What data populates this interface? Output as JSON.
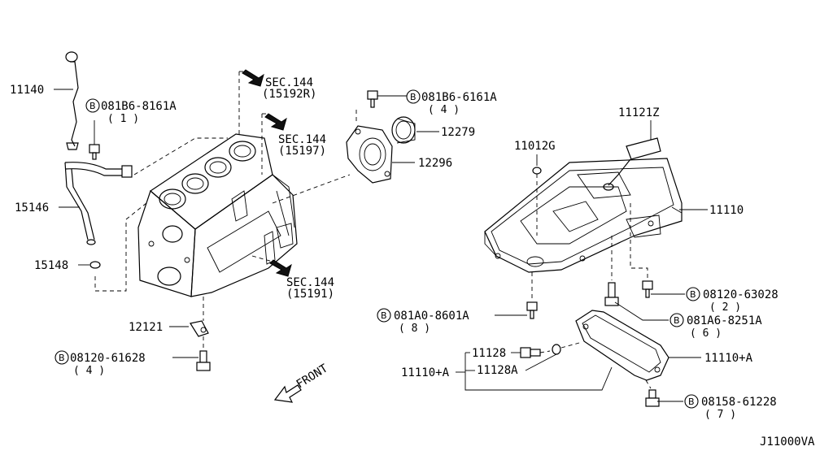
{
  "diagram_id": "J11000VA",
  "front_label": "FRONT",
  "bolt_prefix": "B",
  "labels": {
    "p11140": "11140",
    "p081B6_8161A": "081B6-8161A",
    "q1": "( 1 )",
    "p15146": "15146",
    "p15148": "15148",
    "sec144_a": "SEC.144",
    "sec144_a_ref": "(15192R)",
    "sec144_b": "SEC.144",
    "sec144_b_ref": "(15197)",
    "sec144_c": "SEC.144",
    "sec144_c_ref": "(15191)",
    "p081B6_6161A": "081B6-6161A",
    "q4a": "( 4 )",
    "p12279": "12279",
    "p12296": "12296",
    "p11121Z": "11121Z",
    "p11012G": "11012G",
    "p11110": "11110",
    "p08120_63028": "08120-63028",
    "q2": "( 2 )",
    "p081A0_8601A": "081A0-8601A",
    "q8": "( 8 )",
    "p081A6_8251A": "081A6-8251A",
    "q6": "( 6 )",
    "p12121": "12121",
    "p08120_61628": "08120-61628",
    "q4b": "( 4 )",
    "p11128": "11128",
    "p11128A": "11128A",
    "p11110A_left": "11110+A",
    "p11110A_right": "11110+A",
    "p08158_61228": "08158-61228",
    "q7": "( 7 )"
  }
}
